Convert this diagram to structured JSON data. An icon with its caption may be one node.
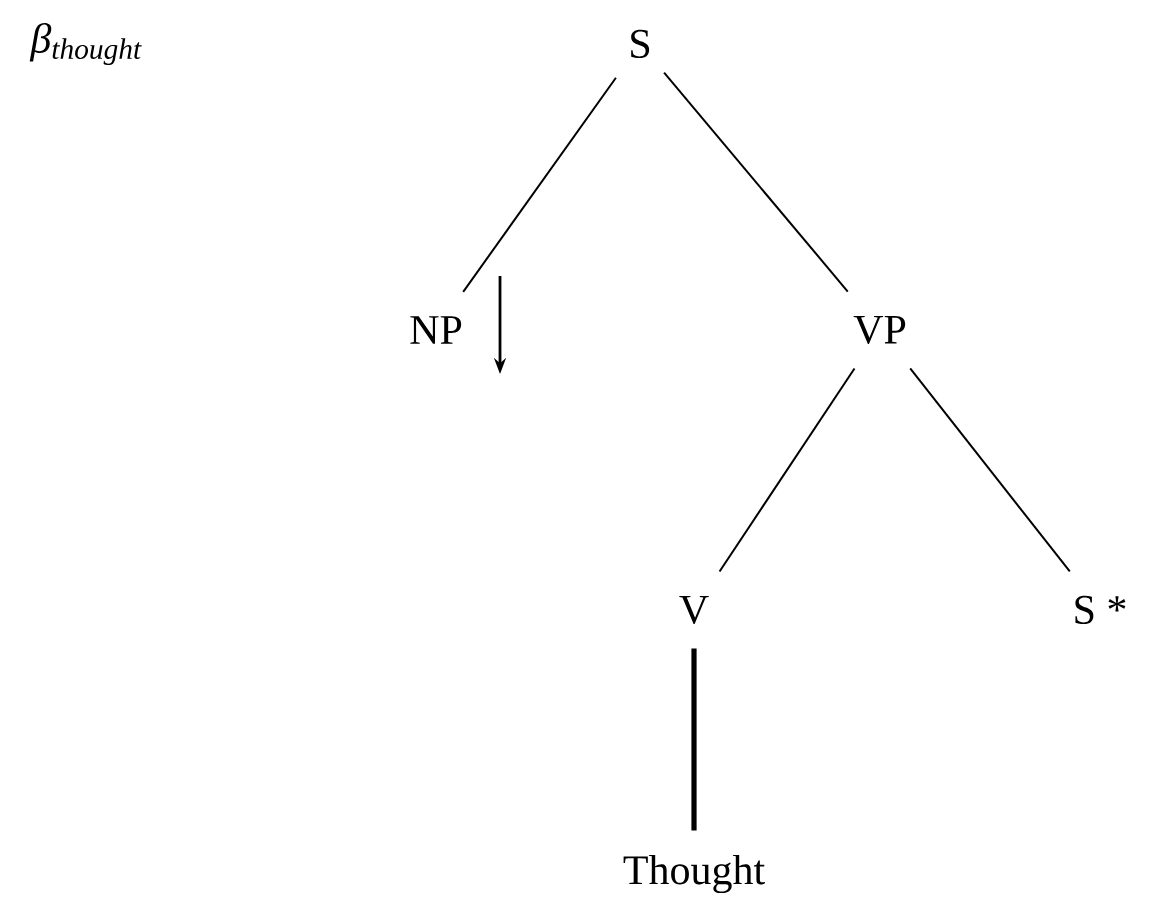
{
  "diagram": {
    "nodes": [
      {
        "text": [
          "S"
        ]
      },
      {
        "text": [
          "NP"
        ]
      },
      {
        "text": [
          "VP"
        ]
      },
      {
        "text": [
          "V"
        ]
      },
      {
        "text": [
          "S *"
        ]
      },
      {
        "text": [
          "Thought"
        ]
      }
    ],
    "edges": [
      {
        "from": 0,
        "to": 1,
        "arrow": "none"
      },
      {
        "from": 0,
        "to": 2,
        "arrow": "none"
      },
      {
        "from": 2,
        "to": 3,
        "arrow": "none"
      },
      {
        "from": 2,
        "to": 4,
        "arrow": "none"
      },
      {
        "from": 3,
        "to": 5,
        "arrow": "none",
        "style": "thick"
      }
    ],
    "labels": [
      "β$_{thought}$"
    ]
  }
}
